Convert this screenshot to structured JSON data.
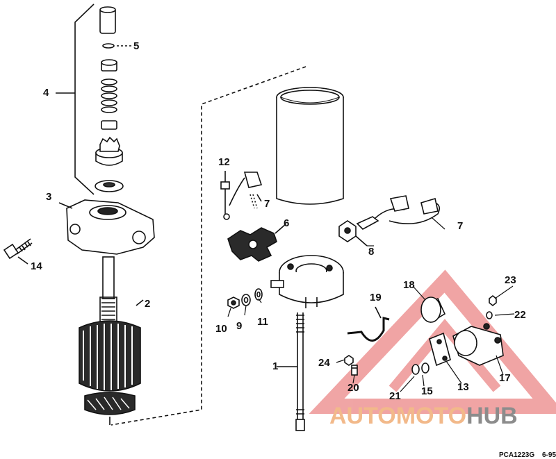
{
  "callouts": {
    "c1": "1",
    "c2": "2",
    "c3": "3",
    "c4": "4",
    "c5": "5",
    "c6": "6",
    "c7a": "7",
    "c7b": "7",
    "c8": "8",
    "c9": "9",
    "c10": "10",
    "c11": "11",
    "c12": "12",
    "c13": "13",
    "c14": "14",
    "c15": "15",
    "c17": "17",
    "c18": "18",
    "c19": "19",
    "c20": "20",
    "c21": "21",
    "c22": "22",
    "c23": "23",
    "c24": "24"
  },
  "watermark": {
    "part1": "AUTOMOTO",
    "part2": "HUB"
  },
  "footer": {
    "code": "PCA1223G",
    "date": "6-95"
  },
  "colors": {
    "line": "#111111",
    "watermark_red": "#e45b5b",
    "watermark_orange": "#f2b98a",
    "watermark_gray": "#8c8c8c"
  }
}
